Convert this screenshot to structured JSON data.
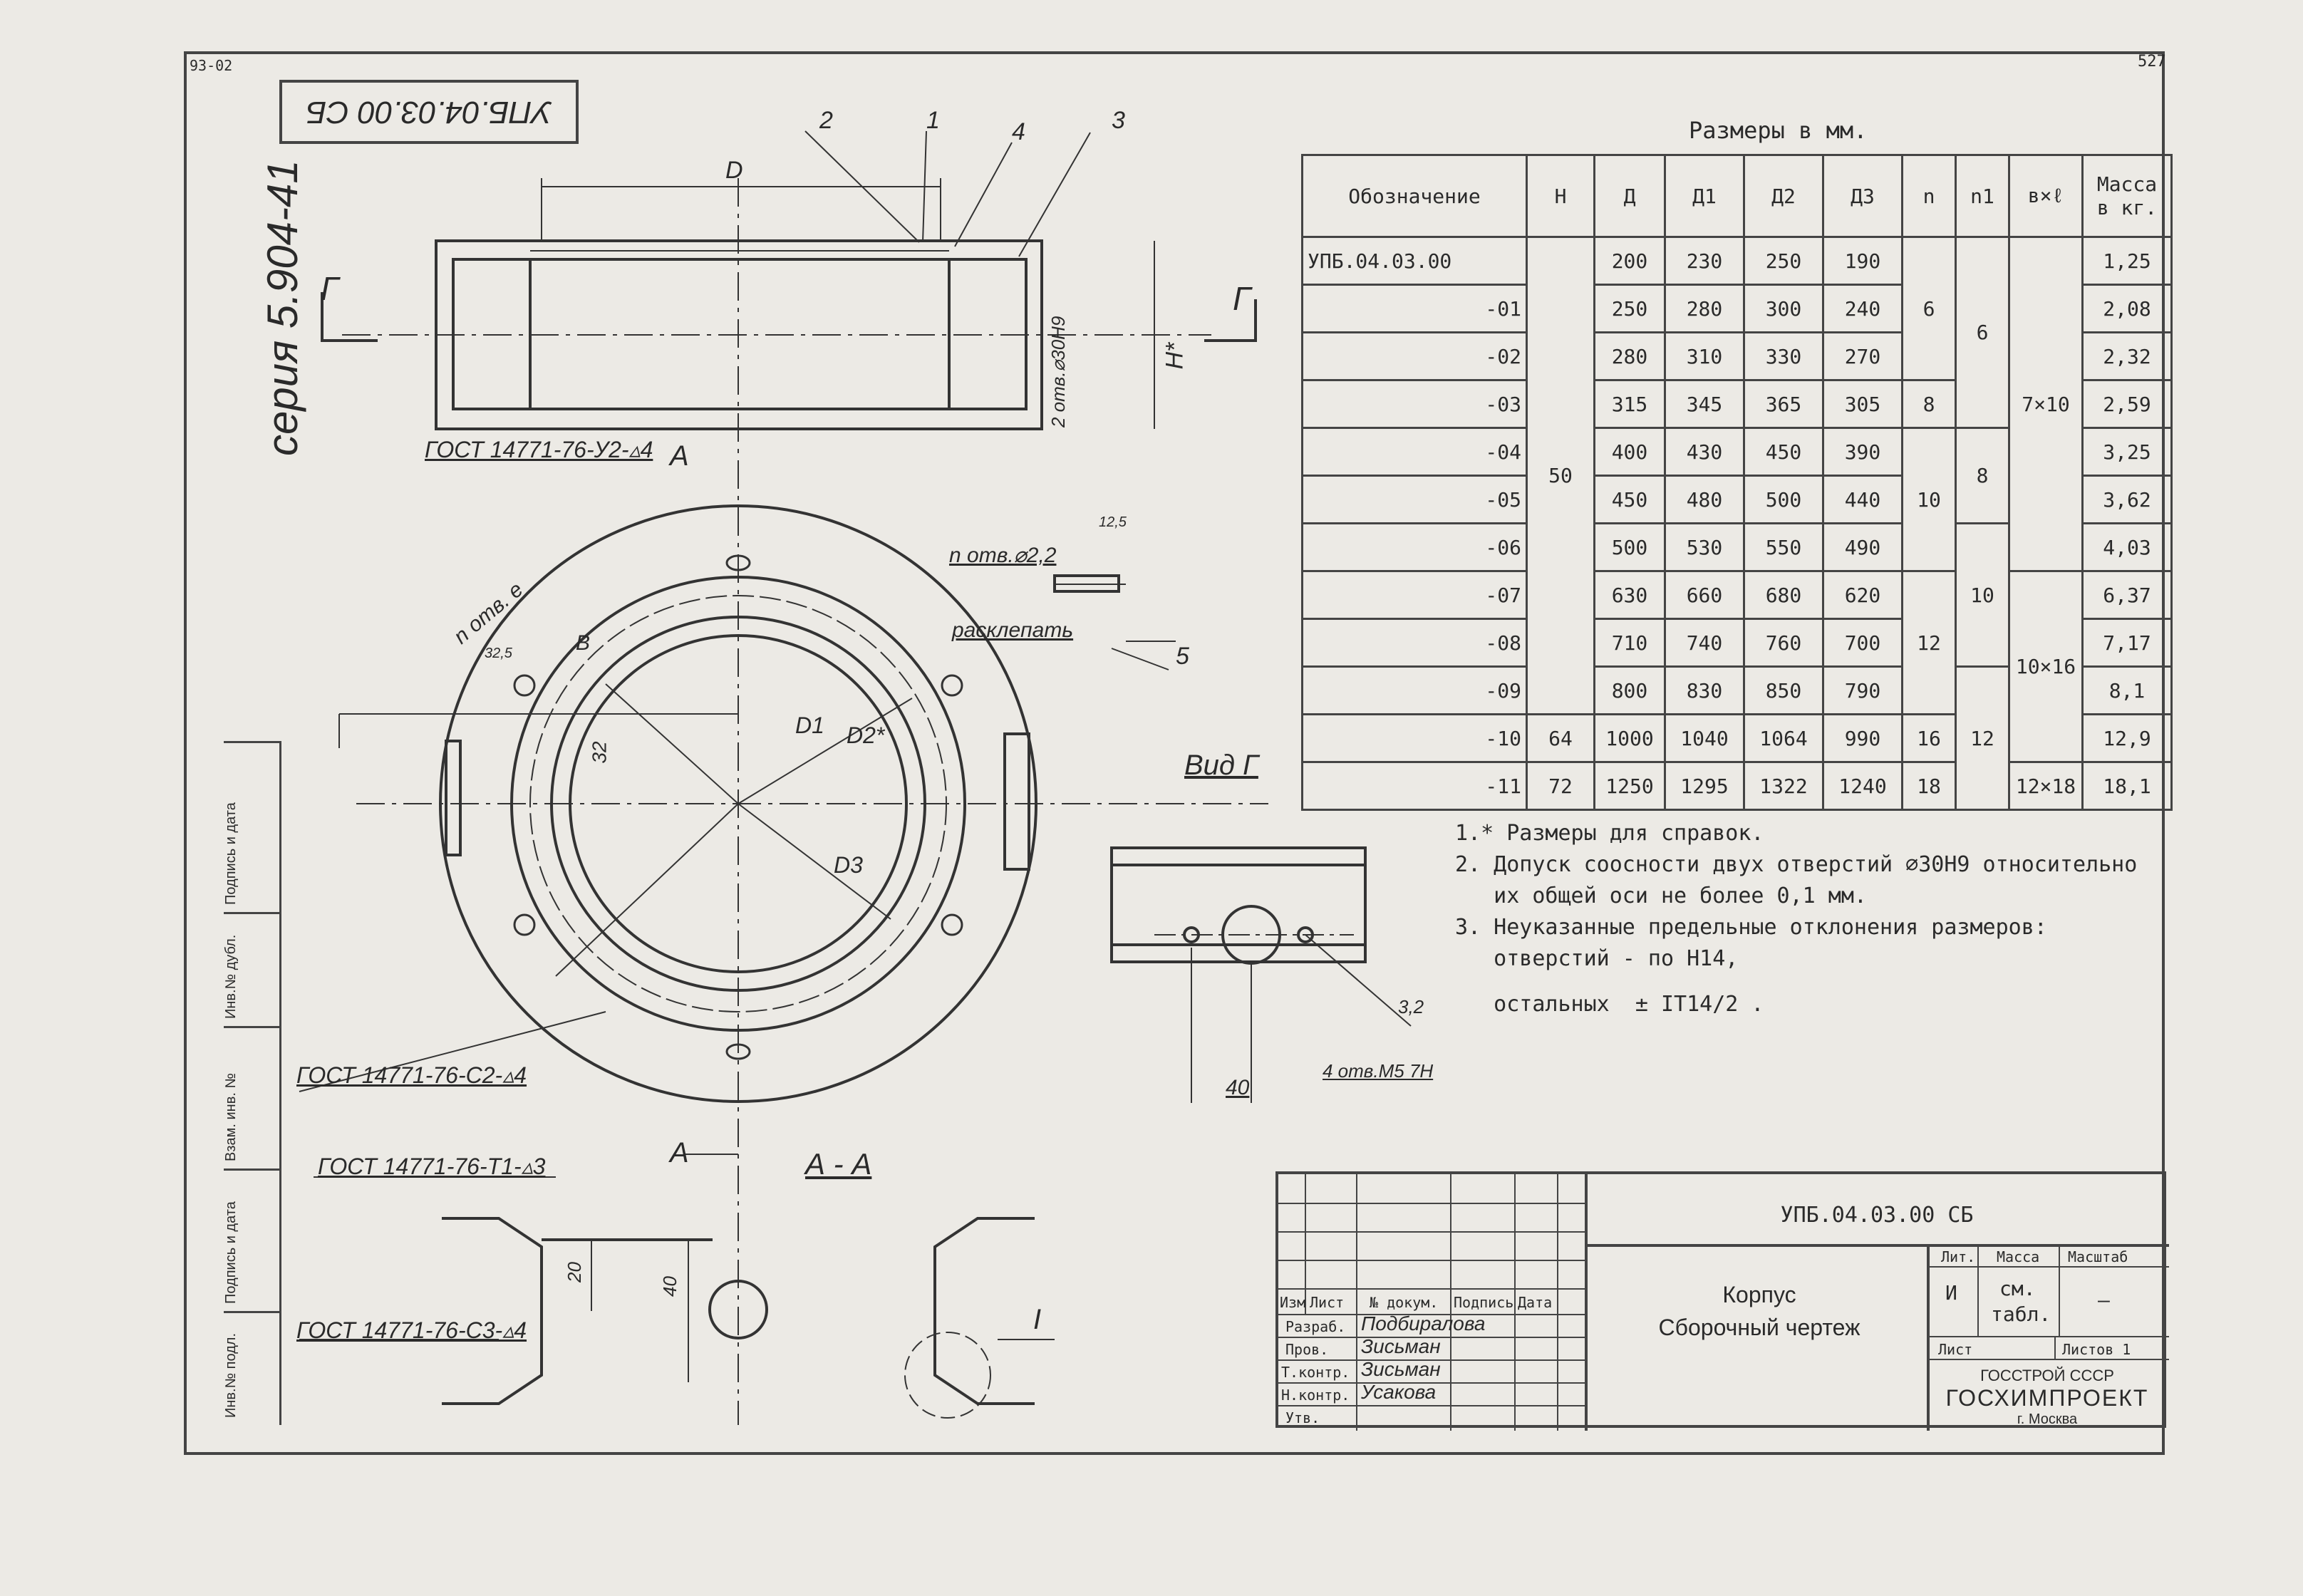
{
  "sheet": {
    "corner_number": "527",
    "top_strip": "93-02",
    "series": "серия 5.904-41",
    "code_stamp": "УПБ.04.03.00 СБ"
  },
  "side_strip": [
    "Инв.№ подл.",
    "Подпись и дата",
    "Взам. инв. №",
    "Инв.№ дубл.",
    "Подпись и дата"
  ],
  "drawing": {
    "callouts": [
      "2",
      "1",
      "4",
      "3",
      "5"
    ],
    "dim_D": "D",
    "dim_H": "H*",
    "section_g_left": "Г",
    "section_g_right": "Г",
    "section_a_top": "А",
    "section_a_bottom": "А",
    "holes_2": "2 отв.⌀30Н9",
    "weld_top": "ГОСТ 14771-76-У2-▵4",
    "holes_n": "n отв.⌀2,2",
    "hole_dim": "12,5",
    "rivet": "расклепать",
    "holes_e": "n отв. e",
    "dim_b": "B",
    "dim_325": "32,5",
    "dim_32": "32",
    "dim_D1": "D1",
    "dim_D2": "D2*",
    "dim_D3": "D3",
    "weld_c2": "ГОСТ 14771-76-С2-▵4",
    "view_g": "Вид Г",
    "roughness": "3,2",
    "holes_m5": "4 отв.М5 7Н",
    "dim_40": "40",
    "section_aa": "А - А",
    "weld_t1": "ГОСТ 14771-76-Т1-▵3",
    "weld_c3": "ГОСТ 14771-76-С3-▵4",
    "dim_20": "20",
    "dim_40b": "40",
    "detail_i": "I"
  },
  "table": {
    "caption": "Размеры в мм.",
    "headers": [
      "Обозначение",
      "Н",
      "Д",
      "Д1",
      "Д2",
      "Д3",
      "n",
      "n1",
      "в×ℓ",
      "Масса в кг."
    ],
    "rows": [
      {
        "code": "УПБ.04.03.00",
        "d": "200",
        "d1": "230",
        "d2": "250",
        "d3": "190",
        "mass": "1,25"
      },
      {
        "code": "-01",
        "d": "250",
        "d1": "280",
        "d2": "300",
        "d3": "240",
        "mass": "2,08"
      },
      {
        "code": "-02",
        "d": "280",
        "d1": "310",
        "d2": "330",
        "d3": "270",
        "mass": "2,32"
      },
      {
        "code": "-03",
        "d": "315",
        "d1": "345",
        "d2": "365",
        "d3": "305",
        "mass": "2,59"
      },
      {
        "code": "-04",
        "d": "400",
        "d1": "430",
        "d2": "450",
        "d3": "390",
        "mass": "3,25"
      },
      {
        "code": "-05",
        "d": "450",
        "d1": "480",
        "d2": "500",
        "d3": "440",
        "mass": "3,62"
      },
      {
        "code": "-06",
        "d": "500",
        "d1": "530",
        "d2": "550",
        "d3": "490",
        "mass": "4,03"
      },
      {
        "code": "-07",
        "d": "630",
        "d1": "660",
        "d2": "680",
        "d3": "620",
        "mass": "6,37"
      },
      {
        "code": "-08",
        "d": "710",
        "d1": "740",
        "d2": "760",
        "d3": "700",
        "mass": "7,17"
      },
      {
        "code": "-09",
        "d": "800",
        "d1": "830",
        "d2": "850",
        "d3": "790",
        "mass": "8,1"
      },
      {
        "code": "-10",
        "h": "64",
        "d": "1000",
        "d1": "1040",
        "d2": "1064",
        "d3": "990",
        "n": "16",
        "mass": "12,9"
      },
      {
        "code": "-11",
        "h": "72",
        "d": "1250",
        "d1": "1295",
        "d2": "1322",
        "d3": "1240",
        "n": "18",
        "bl": "12×18",
        "mass": "18,1"
      }
    ],
    "merged": {
      "h_50": "50",
      "n_6": "6",
      "n_8": "8",
      "n_10": "10",
      "n_12": "12",
      "n1_6": "6",
      "n1_8": "8",
      "n1_10": "10",
      "n1_12": "12",
      "bl_7x10": "7×10",
      "bl_10x16": "10×16"
    }
  },
  "notes": [
    "1.* Размеры для справок.",
    "2. Допуск соосности двух отверстий ⌀30Н9 относительно",
    "   их общей оси не более 0,1 мм.",
    "3. Неуказанные предельные отклонения размеров:",
    "   отверстий - по Н14,",
    "   остальных  ± IT14/2 ."
  ],
  "title_block": {
    "code": "УПБ.04.03.00 СБ",
    "name_line1": "Корпус",
    "name_line2": "Сборочный чертеж",
    "head_izm": "Изм",
    "head_list": "Лист",
    "head_doc": "№ докум.",
    "head_sign": "Подпись",
    "head_date": "Дата",
    "role_dev": "Разраб.",
    "role_check": "Пров.",
    "role_tcontrol": "Т.контр.",
    "role_ncontrol": "Н.контр.",
    "role_approve": "Утв.",
    "name_dev": "Подбиралова",
    "name_check": "Зисьман",
    "name_tcontrol": "Зисьман",
    "name_ncontrol": "Усакова",
    "lit_label": "Лит.",
    "mass_label": "Масса",
    "scale_label": "Масштаб",
    "lit_value": "И",
    "mass_value_1": "см.",
    "mass_value_2": "табл.",
    "scale_value": "—",
    "sheet_label": "Лист",
    "sheets_label": "Листов 1",
    "org_1": "ГОССТРОЙ СССР",
    "org_2": "ГОСХИМПРОЕКТ",
    "org_3": "г. Москва"
  }
}
